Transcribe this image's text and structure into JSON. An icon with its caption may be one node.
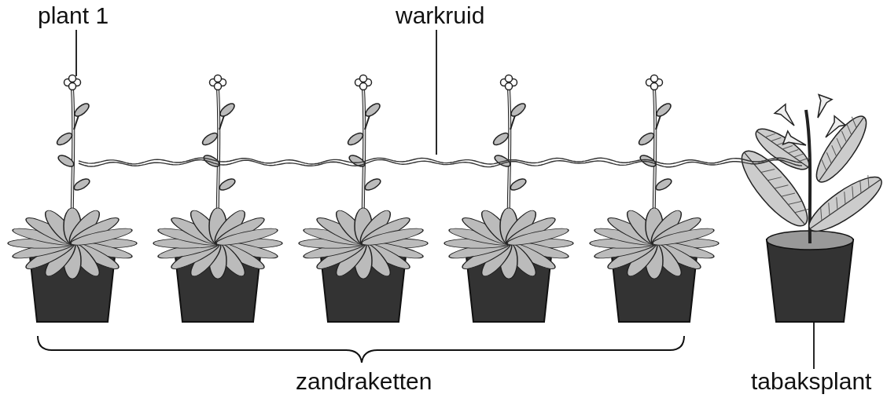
{
  "diagram": {
    "nodes": [
      {
        "text": [
          "plant 1"
        ]
      },
      {
        "text": [
          "warkruid"
        ]
      },
      {
        "text": [
          "tabaksplant"
        ]
      },
      {
        "text": [],
        "shape": "picture"
      },
      {
        "text": [],
        "shape": "picture"
      },
      {
        "text": [],
        "shape": "picture"
      },
      {
        "text": [],
        "shape": "picture"
      },
      {
        "text": [],
        "shape": "picture"
      },
      {
        "text": [],
        "shape": "picture"
      },
      {
        "text": [],
        "shape": "picture"
      }
    ],
    "edges": [
      {
        "from": 0,
        "to": 3,
        "arrow": "none"
      },
      {
        "from": 1,
        "to": 8,
        "arrow": "none"
      },
      {
        "from": 2,
        "to": 9,
        "arrow": "none"
      }
    ],
    "labels": [
      "zandraketten"
    ]
  }
}
